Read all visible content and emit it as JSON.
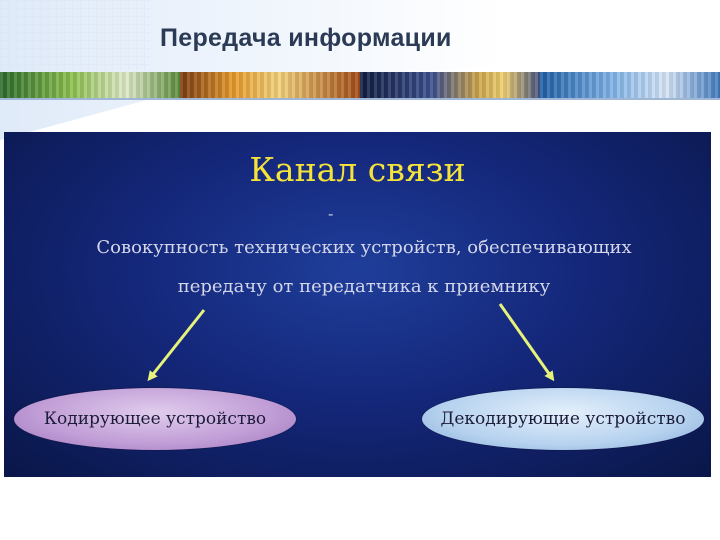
{
  "slide": {
    "title": "Передача информации"
  },
  "panel": {
    "heading": "Канал связи",
    "dash": "-",
    "description_line1": "Совокупность технических устройств, обеспечивающих",
    "description_line2": "передачу от передатчика к приемнику",
    "left_oval": "Кодирующее устройство",
    "right_oval": "Декодирующие устройство"
  },
  "colors": {
    "heading": "#f5e33a",
    "arrows": "#e6f27a",
    "panel": "#14277a"
  }
}
